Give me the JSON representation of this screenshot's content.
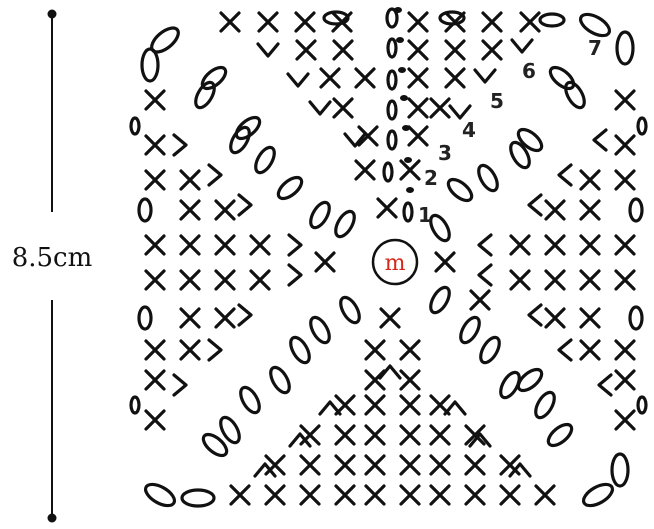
{
  "diagram": {
    "measure_label": "8.5cm",
    "center_label": "m",
    "center_color": "#d6281a",
    "round_labels": [
      "1",
      "2",
      "3",
      "4",
      "5",
      "6",
      "7"
    ],
    "ink_color": "#111111",
    "symbols": [
      "single-crochet-x",
      "chain-oval",
      "increase-v",
      "slip-stitch-dot"
    ]
  }
}
